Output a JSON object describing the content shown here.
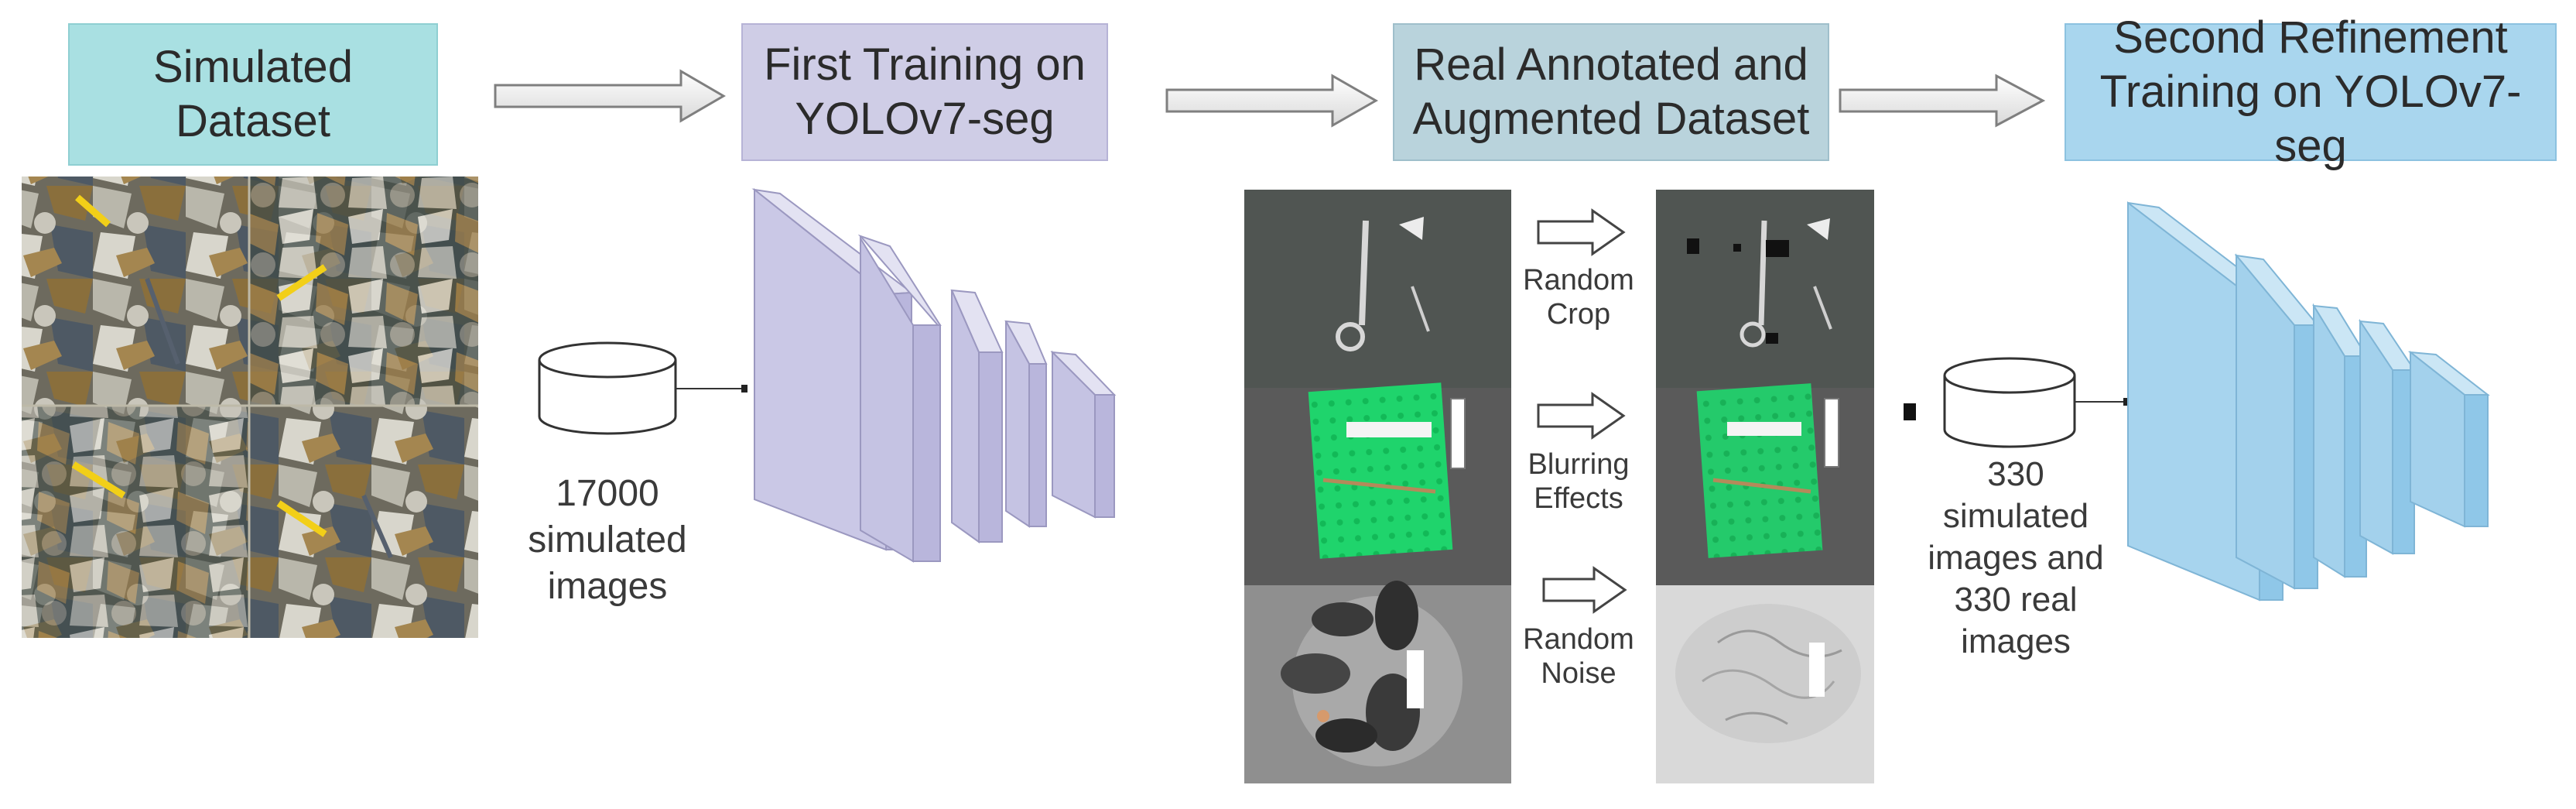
{
  "stages": {
    "simulated_dataset": [
      "Simulated",
      "Dataset"
    ],
    "first_training": [
      "First Training on",
      "YOLOv7-seg"
    ],
    "real_dataset": [
      "Real Annotated and",
      "Augmented Dataset"
    ],
    "second_training": [
      "Second Refinement",
      "Training on YOLOv7-seg"
    ]
  },
  "captions": {
    "simulated_count": [
      "17000",
      "simulated",
      "images"
    ],
    "mixed_count": [
      "330",
      "simulated",
      "images and",
      "330 real",
      "images"
    ]
  },
  "augmentations": [
    [
      "Random",
      "Crop"
    ],
    [
      "Blurring",
      "Effects"
    ],
    [
      "Random",
      "Noise"
    ]
  ],
  "colors": {
    "simulated_box": "#a9e0e2",
    "first_training_box": "#cfcde6",
    "real_dataset_box": "#b9d3dc",
    "second_training_box": "#a9d6ee",
    "model1_fill": "#cac8e6",
    "model2_fill": "#a7d4ee",
    "pcb_green": "#18d66b"
  },
  "icons": [
    "right-arrow-icon",
    "database-icon",
    "cnn-block-icon"
  ]
}
